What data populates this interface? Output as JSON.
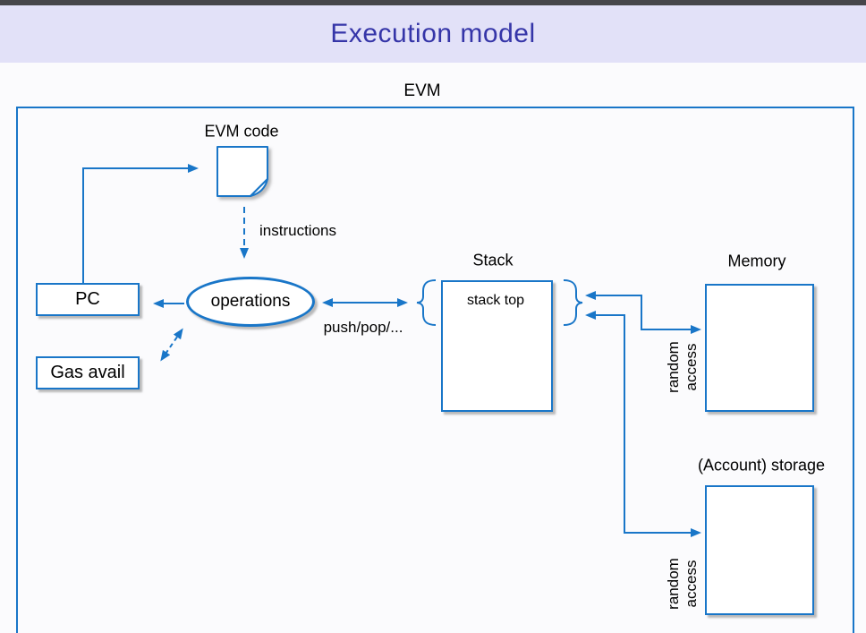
{
  "header": {
    "title": "Execution model"
  },
  "diagram": {
    "evm_label": "EVM",
    "evm_code_label": "EVM code",
    "instructions_label": "instructions",
    "pc_label": "PC",
    "gas_label": "Gas avail",
    "operations_label": "operations",
    "push_pop_label": "push/pop/...",
    "stack_title": "Stack",
    "stack_top_label": "stack top",
    "memory_title": "Memory",
    "storage_title": "(Account) storage",
    "random_access": {
      "line1": "random",
      "line2": "access"
    },
    "colors": {
      "accent_blue": "#1976c8",
      "title_indigo": "#3535a8",
      "header_lavender": "#e2e1f8",
      "topbar_gray": "#46464a",
      "background": "#fbfbfd"
    }
  }
}
